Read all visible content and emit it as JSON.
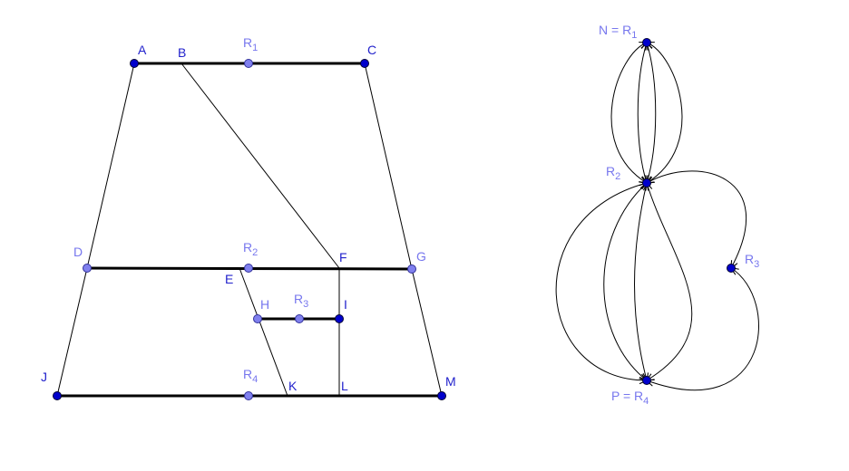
{
  "figure": {
    "left_graph": {
      "points": {
        "A": "A",
        "B": "B",
        "C": "C",
        "D": "D",
        "E": "E",
        "F": "F",
        "G": "G",
        "H": "H",
        "I": "I",
        "J": "J",
        "K": "K",
        "L": "L",
        "M": "M"
      },
      "regions": {
        "R1": {
          "base": "R",
          "sub": "1"
        },
        "R2": {
          "base": "R",
          "sub": "2"
        },
        "R3": {
          "base": "R",
          "sub": "3"
        },
        "R4": {
          "base": "R",
          "sub": "4"
        }
      }
    },
    "dual_graph": {
      "N": {
        "prefix": "N = R",
        "sub": "1"
      },
      "R2": {
        "base": "R",
        "sub": "2"
      },
      "R3": {
        "base": "R",
        "sub": "3"
      },
      "P": {
        "prefix": "P = R",
        "sub": "4"
      }
    },
    "colors": {
      "vertex_dark": "#0000cc",
      "vertex_light": "#8080ee",
      "label_dark": "#2222cc",
      "label_light": "#7777ee",
      "edge": "#000000"
    }
  }
}
